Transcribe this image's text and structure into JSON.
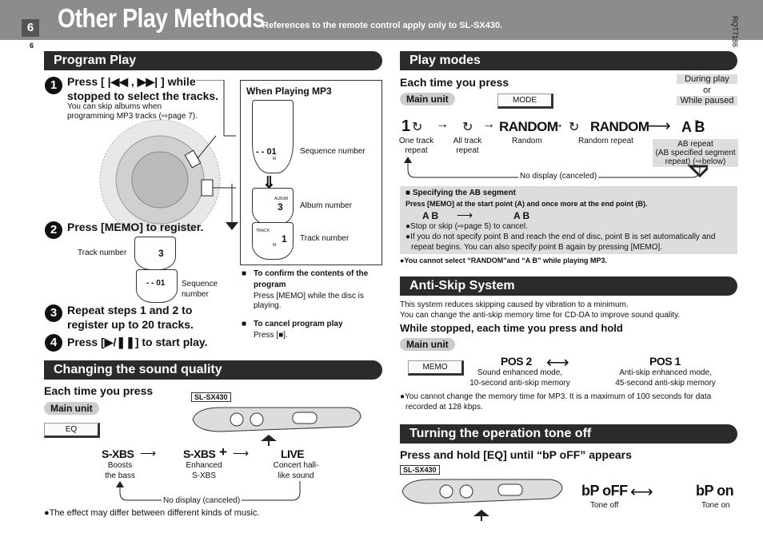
{
  "header": {
    "page_number": "6",
    "page_small": "6",
    "title": "Other Play Methods",
    "subtitle": "References to the remote control apply only to SL-SX430.",
    "doc_code": "RQT7186"
  },
  "program": {
    "heading": "Program Play",
    "step1_line1": "Press [ |◀◀ , ▶▶| ] while",
    "step1_line2": "stopped to select the tracks.",
    "step1_note1": "You can skip albums when",
    "step1_note2": "programming MP3 tracks (⇨page 7).",
    "mp3_title": "When Playing MP3",
    "seq_label": "Sequence number",
    "album_label": "Album number",
    "track_label": "Track number",
    "lcd_seq": "- - 01",
    "lcd_album": "3",
    "lcd_track": "1",
    "lcd_small_album": "ALBUM",
    "lcd_small_track": "TRACK",
    "lcd_small_m": "M",
    "step2": "Press [MEMO] to register.",
    "step2_track_label": "Track number",
    "step2_track_val": "3",
    "step2_seq_val": "- - 01",
    "step2_seq_label1": "Sequence",
    "step2_seq_label2": "number",
    "step3_line1": "Repeat steps 1 and 2 to",
    "step3_line2": "register up to 20 tracks.",
    "step4": "Press [▶/❚❚] to start play.",
    "confirm_title1": "To confirm the contents of the",
    "confirm_title2": "program",
    "confirm_text1": "Press [MEMO] while the disc is",
    "confirm_text2": "playing.",
    "cancel_title": "To cancel program play",
    "cancel_text": "Press [■].",
    "bullet": "■"
  },
  "sound": {
    "heading": "Changing the sound quality",
    "each_time": "Each time you press",
    "main_unit": "Main unit",
    "eq_btn": "EQ",
    "model": "SL-SX430",
    "modes": [
      {
        "label": "S-XBS",
        "desc1": "Boosts",
        "desc2": "the bass"
      },
      {
        "label": "S-XBS",
        "desc1": "Enhanced",
        "desc2": "S-XBS"
      },
      {
        "label": "LIVE",
        "desc1": "Concert hall-",
        "desc2": "like sound"
      }
    ],
    "no_display": "No display (canceled)",
    "note": "●The effect may differ between different kinds of music."
  },
  "playmodes": {
    "heading": "Play modes",
    "each_time": "Each time you press",
    "main_unit": "Main unit",
    "mode_btn": "MODE",
    "during1": "During play",
    "during_or": "or",
    "during2": "While paused",
    "modes": [
      {
        "label": "1",
        "desc1": "One track",
        "desc2": "repeat"
      },
      {
        "label": "",
        "desc1": "All track",
        "desc2": "repeat"
      },
      {
        "label": "RANDOM",
        "desc1": "Random",
        "desc2": ""
      },
      {
        "label": "RANDOM",
        "desc1": "Random repeat",
        "desc2": ""
      },
      {
        "label": "A  B",
        "desc1": "AB repeat",
        "desc2": "(AB specified segment",
        "desc3": "repeat) (⇨below)"
      }
    ],
    "no_display": "No display (canceled)",
    "ab_title": "■  Specifying the AB segment",
    "ab_line1": "Press [MEMO] at the start point (A) and once more at the end point (B).",
    "ab_from": "A  B",
    "ab_to": "A  B",
    "ab_note1": "●Stop or skip (⇨page 5) to cancel.",
    "ab_note2": "●If you do not specify point B and reach the end of disc, point B is set automatically and",
    "ab_note3": "repeat begins. You can also specify point B again by pressing [MEMO].",
    "mp3_note": "●You cannot select “RANDOM”and “A    B” while playing MP3."
  },
  "antiskip": {
    "heading": "Anti-Skip System",
    "line1": "This system reduces skipping caused by vibration to a minimum.",
    "line2": "You can change the anti-skip memory time for CD-DA to improve sound quality.",
    "instr": "While stopped, each time you press and hold",
    "main_unit": "Main unit",
    "memo_btn": "MEMO",
    "pos2": "POS 2",
    "pos1": "POS 1",
    "pos2_desc1": "Sound enhanced mode,",
    "pos2_desc2": "10-second anti-skip memory",
    "pos1_desc1": "Anti-skip enhanced mode,",
    "pos1_desc2": "45-second anti-skip memory",
    "note1": "●You cannot change the memory time for MP3. It is a maximum of 100 seconds for data",
    "note2": "recorded at 128 kbps."
  },
  "tone": {
    "heading": "Turning the operation tone off",
    "instr": "Press and hold [EQ] until “bP oFF” appears",
    "model": "SL-SX430",
    "off": "bP oFF",
    "on": "bP on",
    "off_desc": "Tone off",
    "on_desc": "Tone on"
  }
}
